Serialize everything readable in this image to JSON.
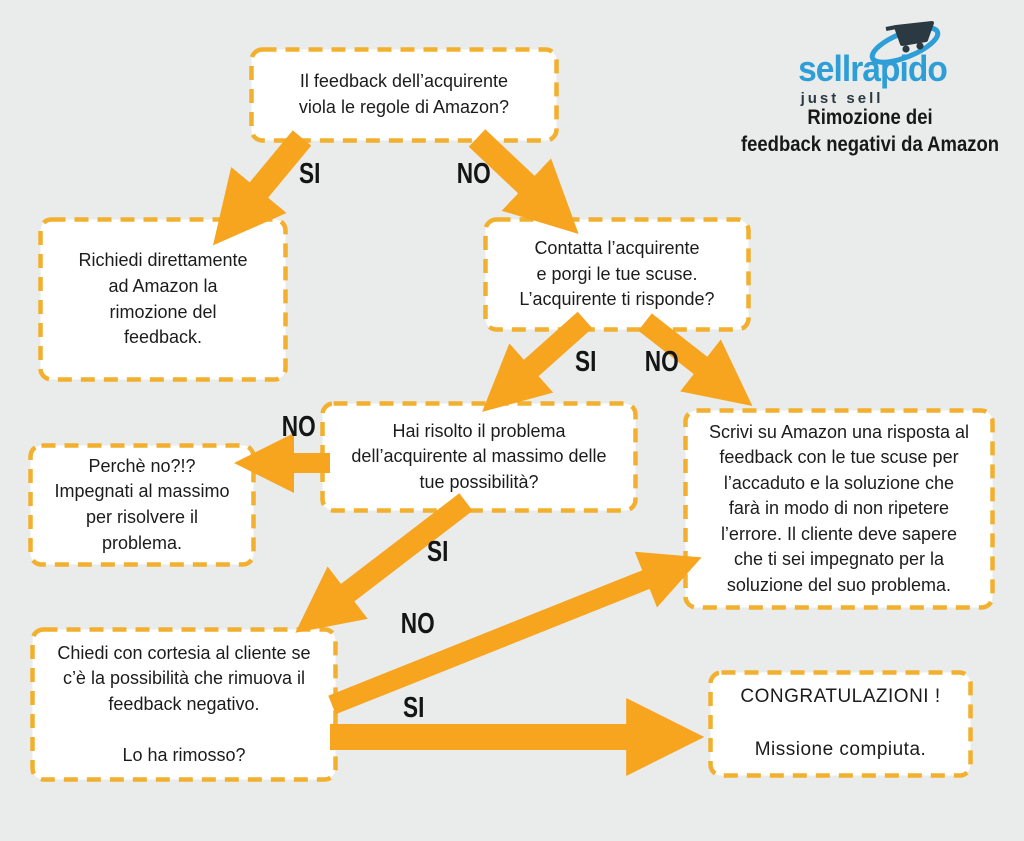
{
  "colors": {
    "background": "#eaeceb",
    "arrow": "#f7a41f",
    "box_border": "#f2b02e",
    "box_fill": "#ffffff",
    "text": "#1c1c1c",
    "logo_blue": "#2e9ed7",
    "logo_dark": "#2b3a42"
  },
  "brand": {
    "name": "sellrapido",
    "tagline": "just sell"
  },
  "header": {
    "title_line1": "Rimozione dei",
    "title_line2": "feedback negativi da Amazon"
  },
  "nodes": [
    {
      "id": "start",
      "text": "Il feedback dell’acquirente\nviola le regole di Amazon?"
    },
    {
      "id": "richiedi",
      "text": "Richiedi direttamente\nad Amazon la\nrimozione del\nfeedback."
    },
    {
      "id": "contatta",
      "text": "Contatta l’acquirente\ne porgi le tue scuse.\nL’acquirente ti risponde?"
    },
    {
      "id": "hai-risolto",
      "text": "Hai risolto il problema\ndell’acquirente al massimo delle\ntue possibilità?"
    },
    {
      "id": "perche-no",
      "text": "Perchè no?!?\nImpegnati al massimo\nper risolvere il\nproblema."
    },
    {
      "id": "scrivi",
      "text": "Scrivi su Amazon una risposta al\nfeedback con le tue scuse per\nl’accaduto e la soluzione che\nfarà in modo di non ripetere\nl’errore. Il cliente deve sapere\nche ti sei impegnato per la\nsoluzione del suo problema."
    },
    {
      "id": "chiedi",
      "text": "Chiedi con cortesia al cliente se\nc’è la possibilità che rimuova il\nfeedback negativo.\n\nLo ha rimosso?"
    },
    {
      "id": "congratulazioni",
      "text": "CONGRATULAZIONI !\n\nMissione compiuta."
    }
  ],
  "edge_labels": [
    {
      "text": "SI"
    },
    {
      "text": "NO"
    },
    {
      "text": "SI"
    },
    {
      "text": "NO"
    },
    {
      "text": "NO"
    },
    {
      "text": "SI"
    },
    {
      "text": "NO"
    },
    {
      "text": "SI"
    }
  ]
}
